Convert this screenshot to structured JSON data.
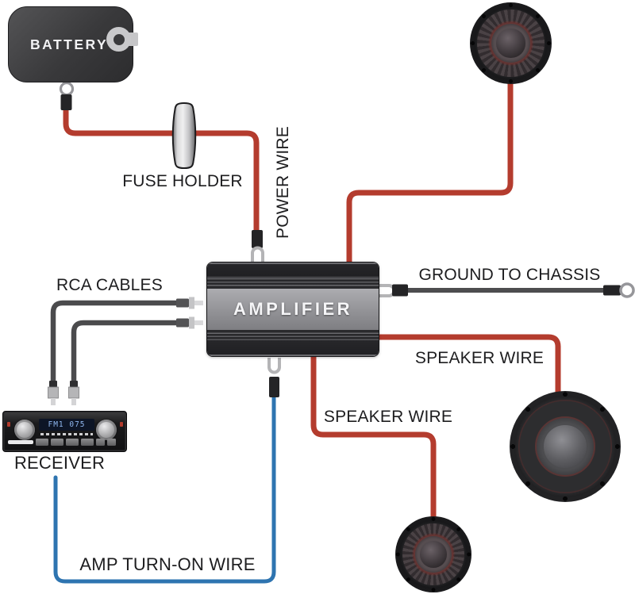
{
  "colors": {
    "power_wire": "#b43c2e",
    "speaker_wire": "#b43c2e",
    "turn_on_wire": "#2e74b0",
    "ground_wire": "#4d4d4f",
    "rca_cable": "#4b4b4d"
  },
  "battery": {
    "label": "BATTERY"
  },
  "fuse_holder": {
    "label": "FUSE HOLDER"
  },
  "amplifier": {
    "label": "AMPLIFIER"
  },
  "receiver": {
    "label": "RECEIVER",
    "display": "FM1 075"
  },
  "wire_labels": {
    "power": "POWER WIRE",
    "rca": "RCA CABLES",
    "ground": "GROUND TO CHASSIS",
    "speaker_right": "SPEAKER WIRE",
    "speaker_bottom": "SPEAKER WIRE",
    "turn_on": "AMP TURN-ON WIRE"
  }
}
